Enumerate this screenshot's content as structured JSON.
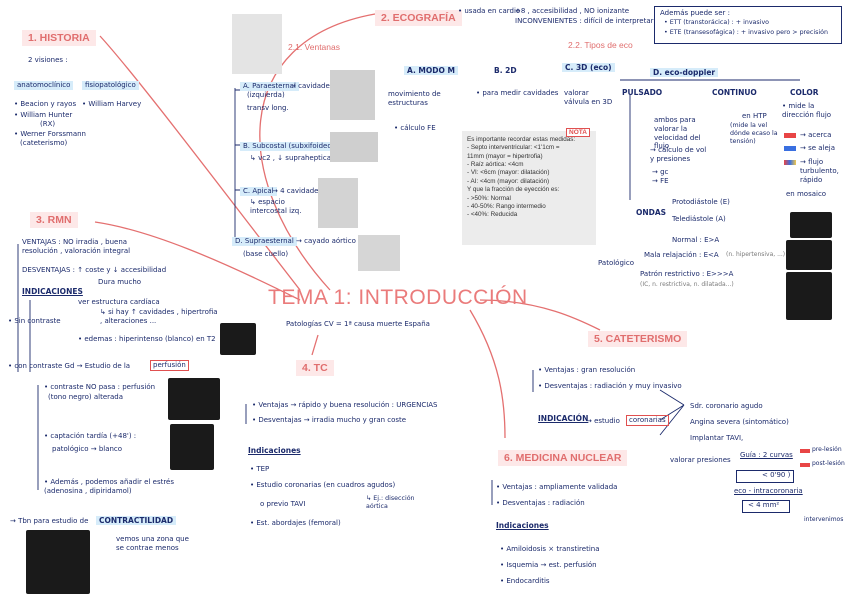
{
  "title": "TEMA 1: INTRODUCCIÓN",
  "patologias": "Patologías CV = 1ª causa muerte España",
  "historia": {
    "heading": "1.   HISTORIA",
    "visiones": "2 visiones :",
    "anat": "anatomoclínico",
    "fisio": "fisiopatológico",
    "anat_items": [
      "• Beacion y rayos",
      "• William Hunter",
      "(RX)",
      "• Werner Forssmann",
      "(cateterismo)"
    ],
    "fisio_item": "• William Harvey"
  },
  "eco": {
    "heading": "2. ECOGRAFÍA",
    "ventanas": "2.1. Ventanas",
    "tipos": "2.2. Tipos de eco",
    "top_note1": "• usada en cardio",
    "top_note2": "+8 , accesibilidad , NO ionizante",
    "top_note3": "INCONVENIENTES : difícil de interpretar",
    "ademas_title": "Además puede ser :",
    "ademas_1": "• ETT (transtorácica) : + invasivo",
    "ademas_2": "• ETE (transesofágica) : + invasivo pero > precisión",
    "win_a": "A. Paraesternal",
    "win_a2": "(izquierda)",
    "win_a3": "→ cavidades",
    "win_a4": "transv     long.",
    "win_b": "B. Subcostal (subxifoideo)",
    "win_b2": "↳ vc2 , ↓ supraheptica",
    "win_c": "C. Apical",
    "win_c2": "→ 4 cavidades",
    "win_c3": "↳ espacio intercostal izq.",
    "win_d": "D. Supraesternal",
    "win_d2": "→ cayado aórtico",
    "win_d3": "(base cuello)",
    "mode_a": "A. MODO M",
    "mode_a1": "movimiento de estructuras",
    "mode_a2": "• cálculo FE",
    "mode_b": "B. 2D",
    "mode_b1": "• para medir cavidades",
    "mode_c": "C. 3D (eco)",
    "mode_c1": "valorar válvula en 3D",
    "mode_d": "D. eco-doppler",
    "pulsado": "PULSADO",
    "continuo": "CONTINUO",
    "color": "COLOR",
    "pulsado_1": "ambos para valorar la velocidad del flujo",
    "pulsado_2": "→ cálculo de vol y presiones",
    "pulsado_3": "→ gc",
    "pulsado_4": "→ FE",
    "continuo_1": "en HTP",
    "continuo_2": "(mide la vel dónde ecaso la tensión)",
    "color_1": "• mide la dirección flujo",
    "color_2": "→ acerca",
    "color_3": "→ se aleja",
    "color_4": "→ flujo turbulento, rápido",
    "color_5": "en mosaico",
    "ondas": "ONDAS",
    "onda_e": "Protodiástole (E)",
    "onda_a": "Telediástole (A)",
    "normal": "Normal : E>A",
    "patologico": "Patológico",
    "mala": "Mala relajación : E<A",
    "mala2": "(n. hipertensiva, ...)",
    "restrictivo": "Patrón restrictivo : E>>>A",
    "restrictivo2": "(IC, n. restrictiva, n. dilatada...)",
    "nota": {
      "tag": "NOTA",
      "lines": [
        "Es importante recordar estas medidas:",
        "- Septo interventricular: <1'1cm =",
        "11mm (mayor = hipertrofia)",
        "- Raíz aórtica: <4cm",
        "- VI: <6cm (mayor: dilatación)",
        "- AI: <4cm (mayor: dilatación)",
        "Y que la fracción de eyección es:",
        "- >50%: Normal",
        "- 40-50%: Rango intermedio",
        "- <40%: Reducida"
      ]
    }
  },
  "rmn": {
    "heading": "3. RMN",
    "ventajas": "VENTAJAS : NO irradia , buena resolución , valoración integral",
    "desventajas": "DESVENTAJAS : ↑ coste y ↓ accesibilidad",
    "duracion": "Dura mucho",
    "indicaciones": "INDICACIONES",
    "sin_contraste": "• Sin contraste",
    "sin_1": "ver estructura cardíaca",
    "sin_2": "↳ si hay ↑ cavidades , hipertrofia , alteraciones ...",
    "sin_3": "• edemas : hiperintenso (blanco) en T2",
    "con_contraste": "• con contraste Gd → Estudio de la",
    "perfusion": "perfusión",
    "c1": "• contraste NO pasa : perfusión",
    "c1b": "(tono negro)          alterada",
    "c2": "• captación tardía (+48') :",
    "c2b": "patológico → blanco",
    "c3": "• Además , podemos añadir el estrés (adenosina , dipiridamol)",
    "contract": "→ Tbn para estudio de",
    "contract_hl": "CONTRACTILIDAD",
    "vemos": "vemos una zona que se contrae menos"
  },
  "tc": {
    "heading": "4. TC",
    "ventajas": "• Ventajas → rápido y buena resolución : URGENCIAS",
    "desventajas": "• Desventajas → irradia mucho y gran coste",
    "indicaciones": "Indicaciones",
    "i1": "• TEP",
    "i2": "• Estudio coronarias (en cuadros agudos)",
    "i3": "o previo TAVI",
    "i3b": "↳ Ej.: disección aórtica",
    "i4": "• Est. abordajes (femoral)"
  },
  "cat": {
    "heading": "5. CATETERISMO",
    "ventajas": "• Ventajas : gran resolución",
    "desventajas": "• Desventajas : radiación y muy invasivo",
    "indicacion": "INDICACIÓN",
    "estudio": "→ estudio",
    "coronarias": "coronarias",
    "r1": "Sdr. coronario agudo",
    "r2": "Angina severa (sintomático)",
    "r3": "Implantar TAVI,",
    "valorar": "valorar presiones",
    "guia": "Guía : 2 curvas",
    "presion1": "pre-lesión",
    "presion2": "post-lesión",
    "ratio": "< 0'90 )",
    "eco_intra": "eco - intracoronaria",
    "area": "< 4 mm²",
    "intervenimos": "intervenimos"
  },
  "med": {
    "heading": "6. MEDICINA NUCLEAR",
    "ventajas": "• Ventajas : ampliamente validada",
    "desventajas": "• Desventajas : radiación",
    "indicaciones": "Indicaciones",
    "i1": "• Amiloidosis × transtiretina",
    "i2": "• Isquemia → est. perfusión",
    "i3": "• Endocarditis"
  },
  "colors": {
    "accent": "#e06e6e",
    "ink": "#1b2a6b",
    "highlight": "#d6ecfa"
  }
}
